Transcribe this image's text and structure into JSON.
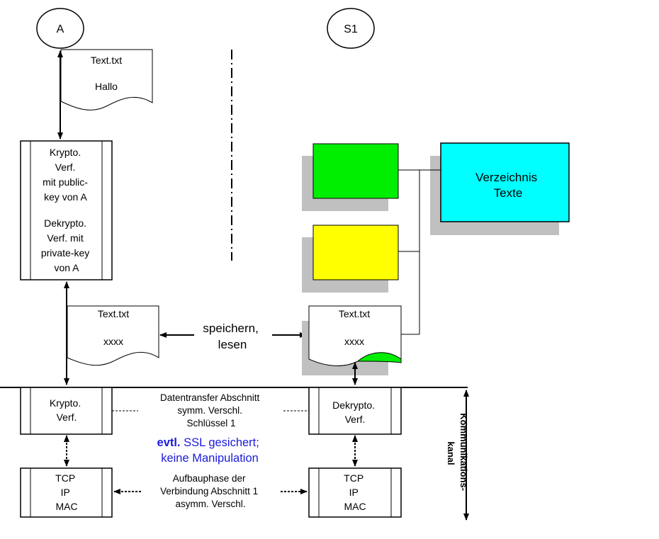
{
  "nodes": {
    "a": "A",
    "s1": "S1"
  },
  "doc_top": {
    "filename": "Text.txt",
    "content": "Hallo"
  },
  "doc_mid_left": {
    "filename": "Text.txt",
    "content": "xxxx"
  },
  "doc_mid_right": {
    "filename": "Text.txt",
    "content": "xxxx"
  },
  "crypto_a": {
    "lines": [
      "Krypto.",
      "Verf.",
      "mit public-",
      "key von A",
      "",
      "Dekrypto.",
      "Verf. mit",
      "private-key",
      "von A"
    ]
  },
  "store_label": [
    "speichern,",
    "lesen"
  ],
  "directory_label": [
    "Verzeichnis",
    "Texte"
  ],
  "krypto_left": [
    "Krypto.",
    "Verf."
  ],
  "dekrypto_right": [
    "Dekrypto.",
    "Verf."
  ],
  "tcp_left": [
    "TCP",
    "IP",
    "MAC"
  ],
  "tcp_right": [
    "TCP",
    "IP",
    "MAC"
  ],
  "transfer_text": [
    "Datentransfer Abschnitt",
    "symm. Verschl.",
    "Schlüssel 1"
  ],
  "ssl_text": [
    "evtl.",
    "SSL gesichert;",
    "keine Manipulation"
  ],
  "setup_text": [
    "Aufbauphase der",
    "Verbindung Abschnitt 1",
    "asymm. Verschl."
  ],
  "channel_label": [
    "Kommunikations-",
    "kanal"
  ],
  "colors": {
    "green": "#00ee00",
    "yellow": "#ffff00",
    "cyan": "#00ffff",
    "shadow": "#c0c0c0",
    "blue_text": "#1a1adb"
  }
}
